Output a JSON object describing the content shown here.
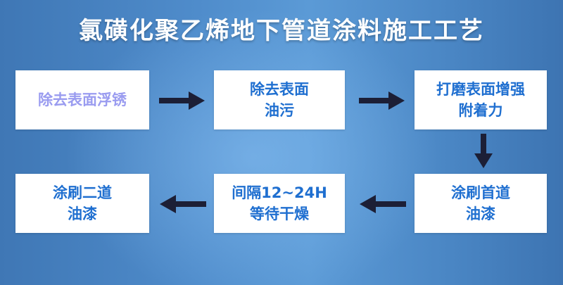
{
  "title": "氯磺化聚乙烯地下管道涂料施工工艺",
  "colors": {
    "step_text": "#1f6fd0",
    "first_step_text": "#9a9cf0",
    "arrow": "#1c1f36"
  },
  "steps": [
    {
      "label": "除去表面浮锈"
    },
    {
      "label": "除去表面\n油污"
    },
    {
      "label": "打磨表面增强\n附着力"
    },
    {
      "label": "涂刷首道\n油漆"
    },
    {
      "label": "间隔12~24H\n等待干燥"
    },
    {
      "label": "涂刷二道\n油漆"
    }
  ],
  "arrows": [
    {
      "direction": "right"
    },
    {
      "direction": "right"
    },
    {
      "direction": "down"
    },
    {
      "direction": "left"
    },
    {
      "direction": "left"
    }
  ]
}
